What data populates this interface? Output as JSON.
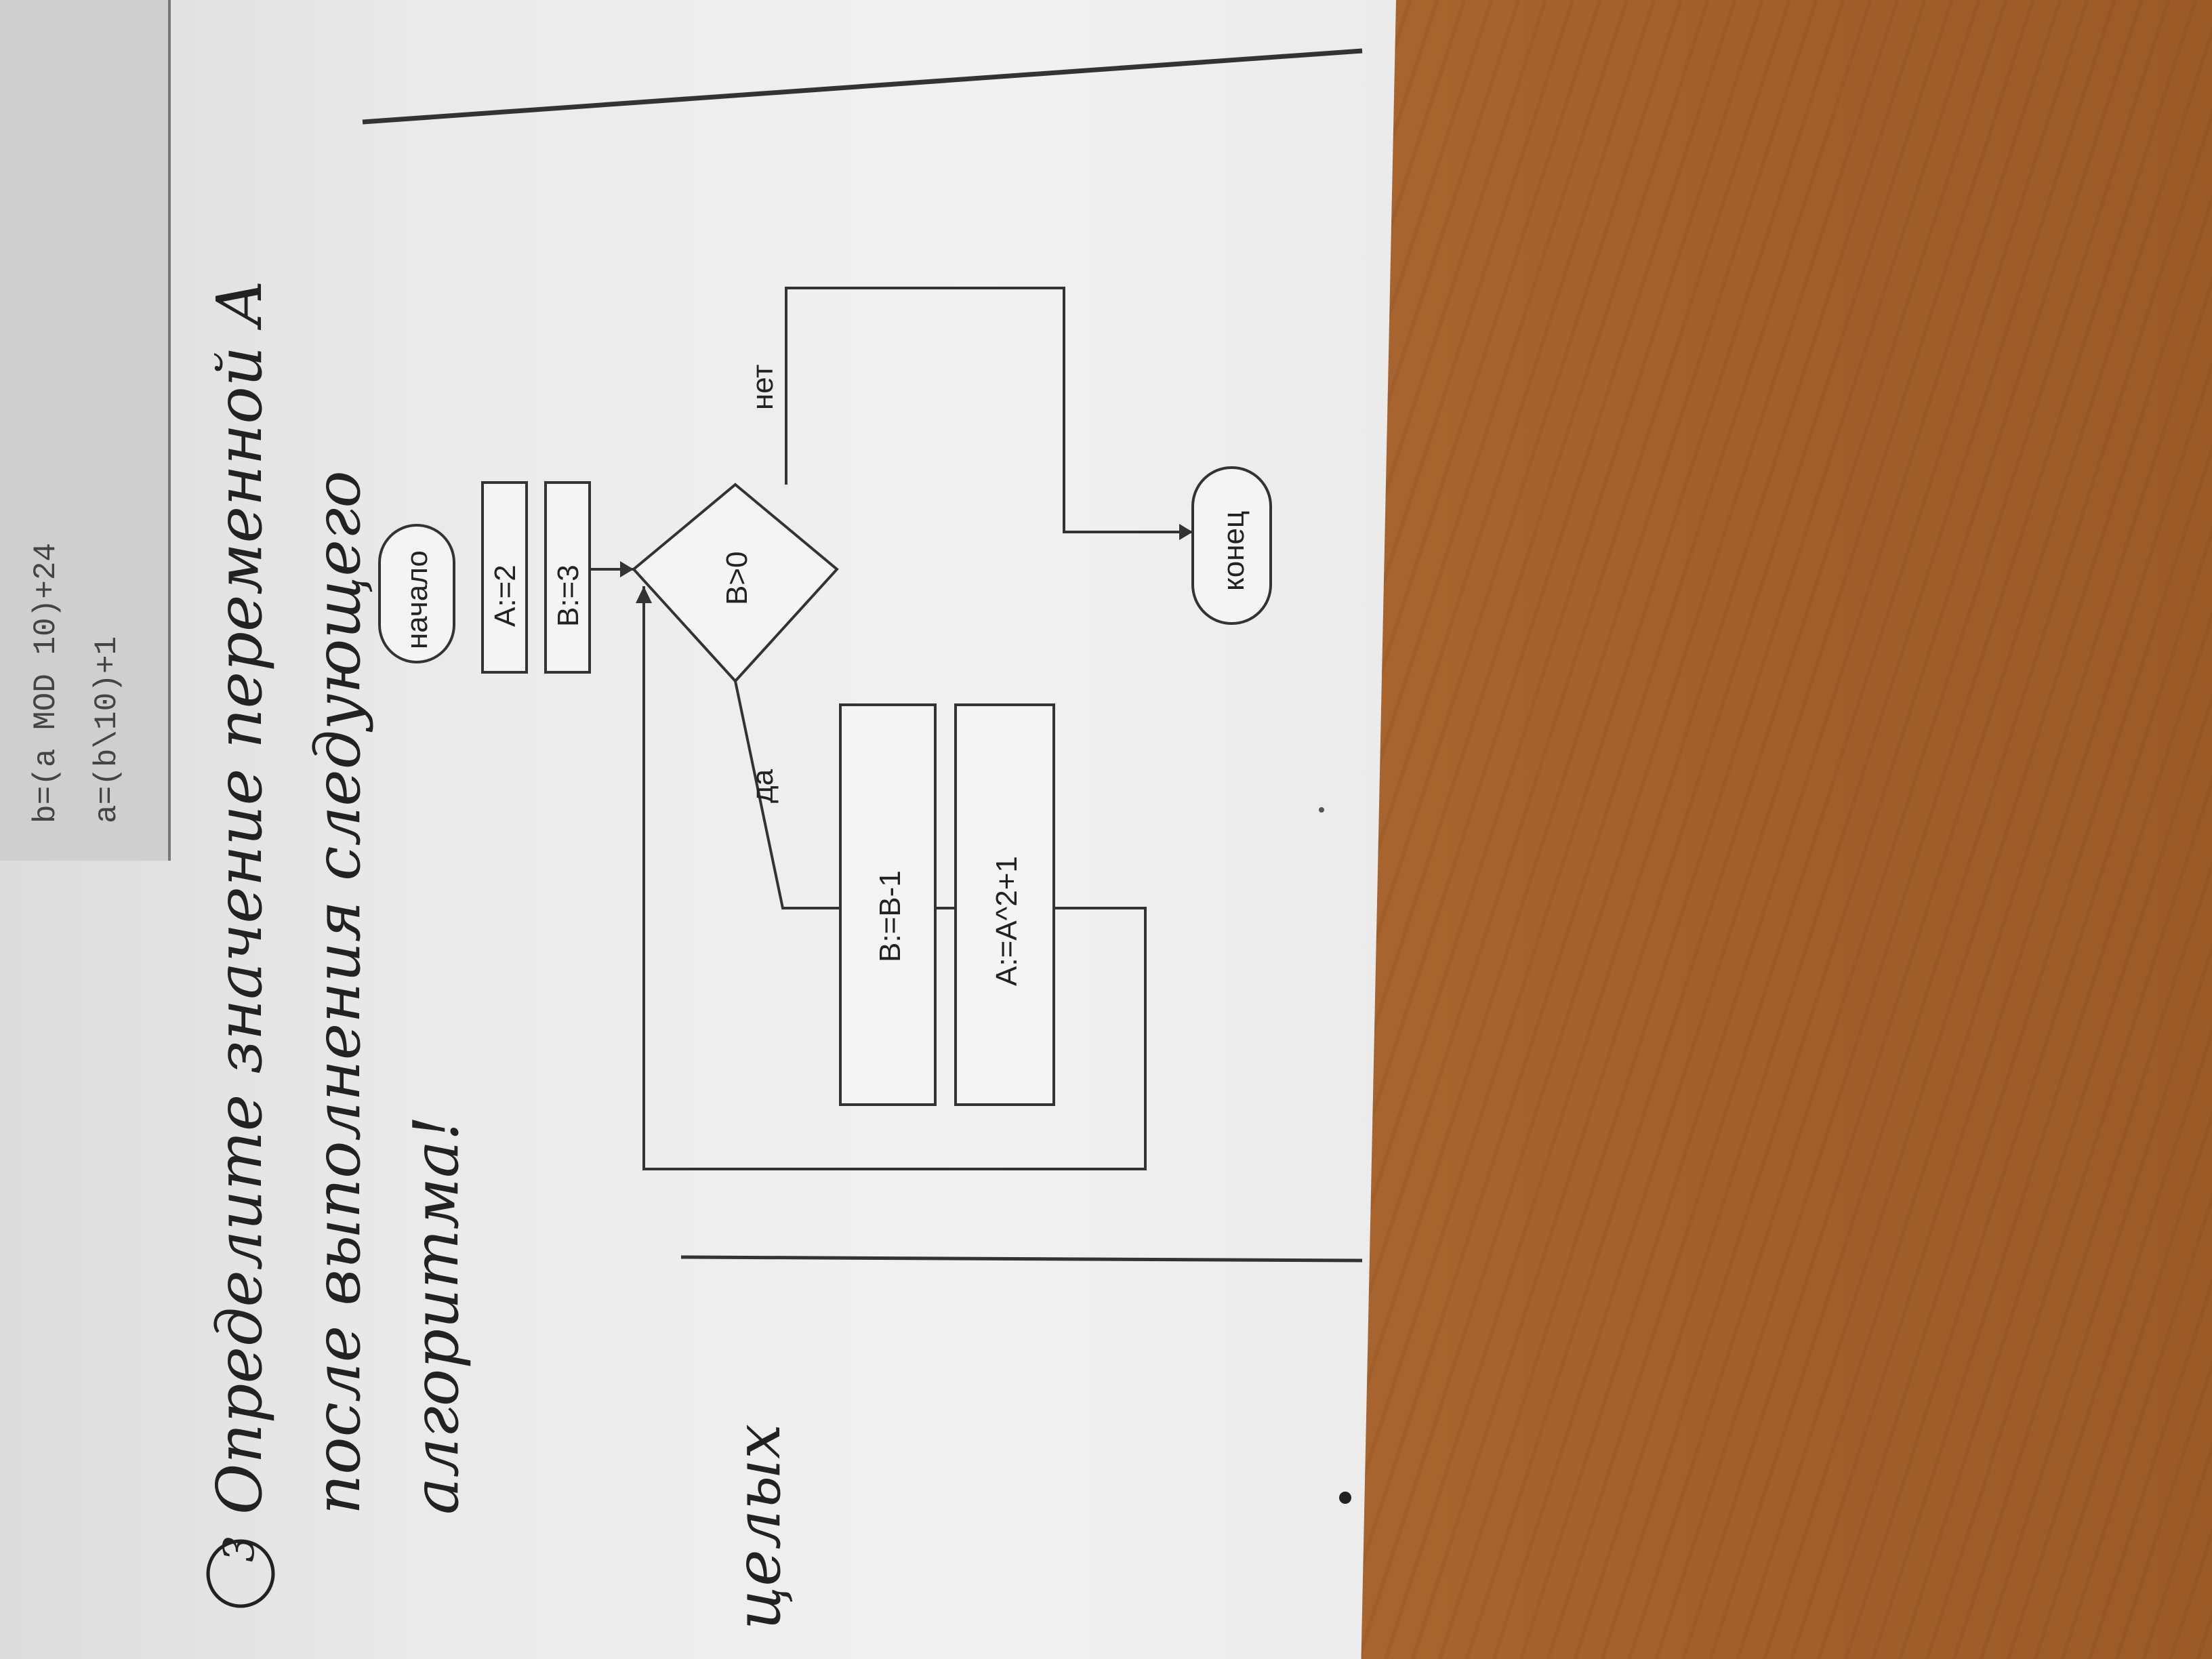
{
  "worksheet": {
    "code_lines": [
      "b=(a MOD 10)+24",
      "a=(b\\10)+1"
    ],
    "task_number": "3",
    "task_text_lines": [
      "Определите значение переменной А",
      "после выполнения следующего",
      "алгоритма!"
    ],
    "side_note": "целых"
  },
  "flowchart": {
    "start": "начало",
    "assign_a": "A:=2",
    "assign_b": "B:=3",
    "condition": "B>0",
    "yes_label": "да",
    "no_label": "нет",
    "loop_step_b": "B:=B-1",
    "loop_step_a": "A:=A^2+1",
    "end": "конец"
  }
}
